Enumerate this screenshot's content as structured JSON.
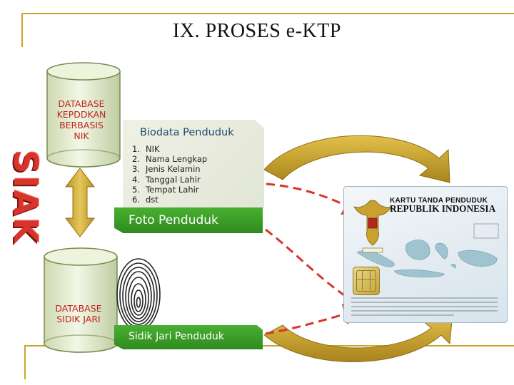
{
  "title": "IX. PROSES e-KTP",
  "side_label": "SIAK",
  "database_top": {
    "lines": [
      "DATABASE",
      "KEPDDKAN",
      "BERBASIS",
      "NIK"
    ]
  },
  "database_bottom": {
    "lines": [
      "DATABASE",
      "SIDIK JARI"
    ]
  },
  "biodata": {
    "title": "Biodata Penduduk",
    "items": [
      {
        "num": "1.",
        "label": "NIK"
      },
      {
        "num": "2.",
        "label": "Nama Lengkap"
      },
      {
        "num": "3.",
        "label": "Jenis Kelamin"
      },
      {
        "num": "4.",
        "label": "Tanggal Lahir"
      },
      {
        "num": "5.",
        "label": "Tempat Lahir"
      },
      {
        "num": "6.",
        "label": "dst"
      }
    ]
  },
  "foto_label": "Foto Penduduk",
  "sidik_label": "Sidik Jari Penduduk",
  "ktp": {
    "title": "KARTU TANDA PENDUDUK",
    "subtitle": "REPUBLIK INDONESIA"
  },
  "colors": {
    "accent_gold": "#c9a42a",
    "siak_red": "#d7352b",
    "db_label_red": "#c0241e",
    "box_green": "#2f8a1e",
    "cylinder_green": "#e6edd0",
    "arrow_dash_red": "#d7352b"
  }
}
